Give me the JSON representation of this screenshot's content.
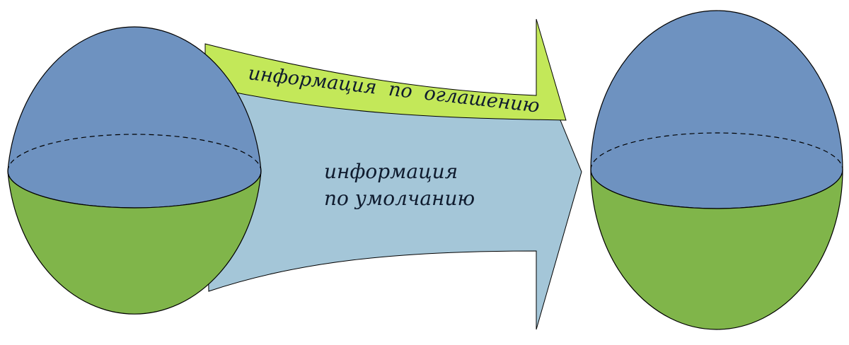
{
  "labels": {
    "agreement": "информация  по  оглашению",
    "default_line1": "информация",
    "default_line2": "по умолчанию"
  },
  "colors": {
    "hemisphere_top": "#6e92c0",
    "hemisphere_bottom": "#80b54a",
    "arrow_agreement": "#c3e859",
    "arrow_default": "#a4c6d8",
    "outline": "#000000",
    "text": "#0f1b2e"
  }
}
